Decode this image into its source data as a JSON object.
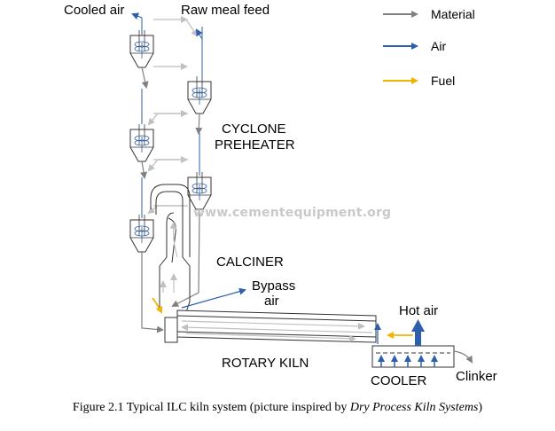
{
  "labels": {
    "cooled_air": "Cooled air",
    "raw_meal_feed": "Raw meal feed",
    "cyclone_line1": "CYCLONE",
    "cyclone_line2": "PREHEATER",
    "calciner": "CALCINER",
    "bypass_line1": "Bypass",
    "bypass_line2": "air",
    "hot_air": "Hot air",
    "rotary_kiln": "ROTARY KILN",
    "cooler": "COOLER",
    "clinker": "Clinker"
  },
  "legend": [
    {
      "label": "Material",
      "color": "#808080"
    },
    {
      "label": "Air",
      "color": "#2e5faa"
    },
    {
      "label": "Fuel",
      "color": "#f0b400"
    }
  ],
  "watermark": "www.cementequipment.org",
  "caption": {
    "prefix": "Figure 2.1 Typical ILC kiln system (picture inspired by ",
    "italic": "Dry Process Kiln Systems",
    "suffix": ")"
  },
  "colors": {
    "material": "#808080",
    "material_light": "#c8c8c8",
    "air": "#2e5faa",
    "fuel": "#f0b400",
    "outline": "#333333"
  }
}
